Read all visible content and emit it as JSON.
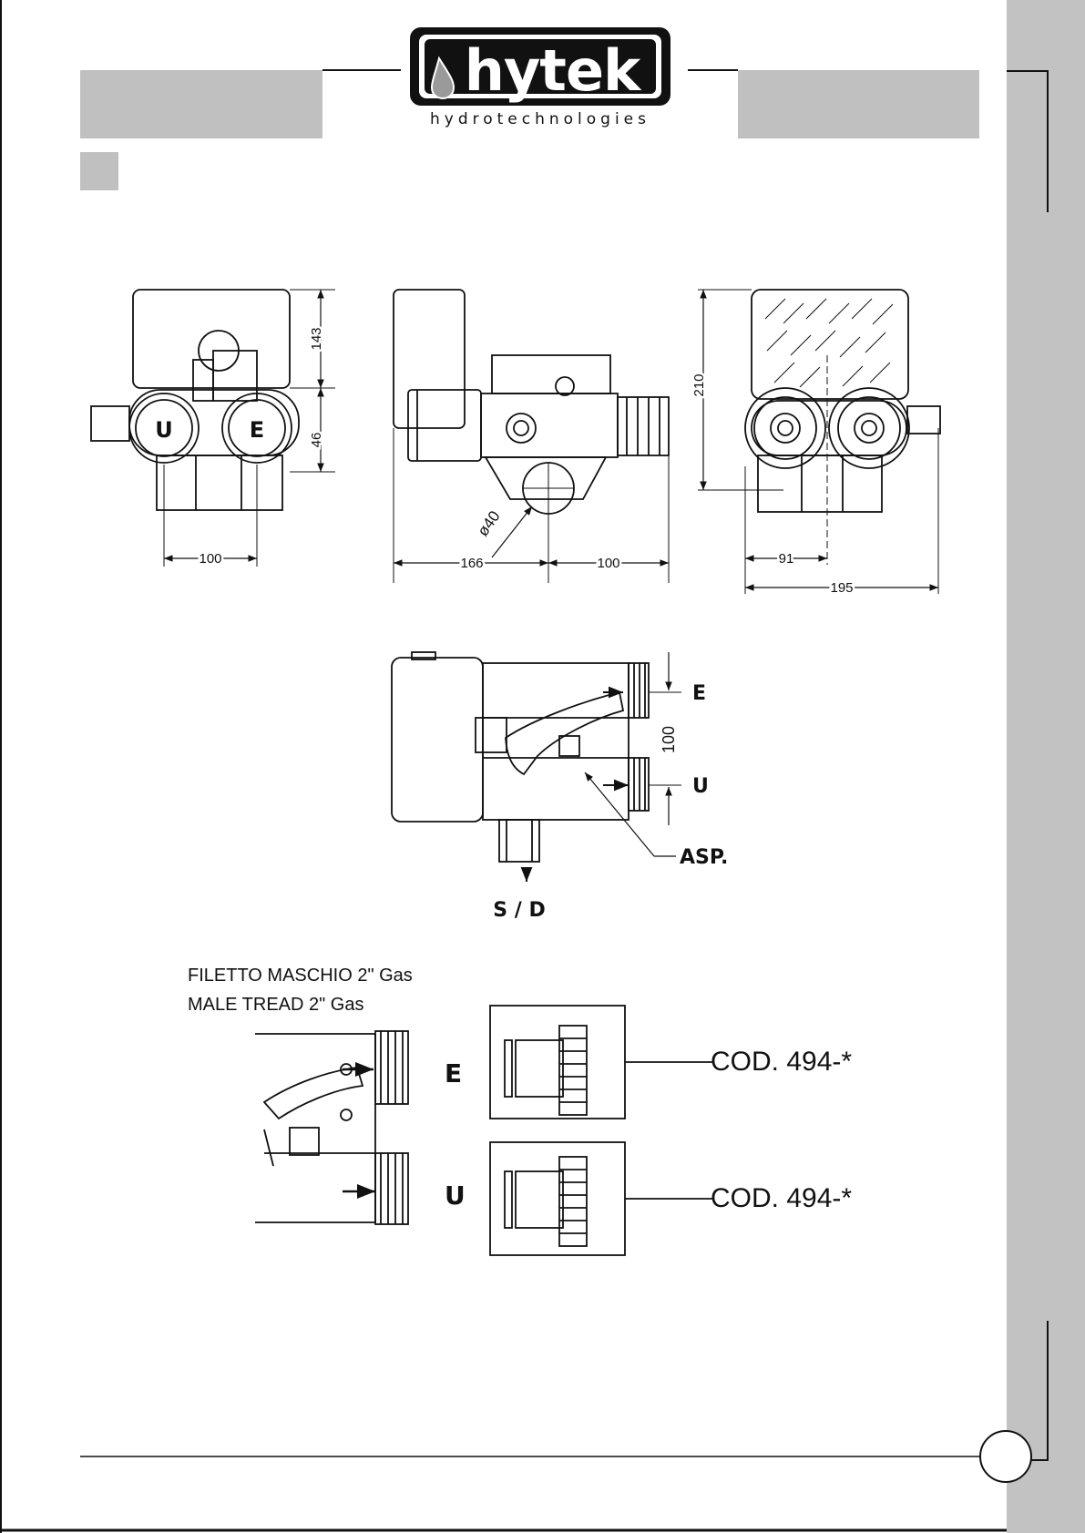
{
  "header": {
    "brand": "hytek",
    "tagline": "hydrotechnologies"
  },
  "view_front": {
    "label_u": "U",
    "label_e": "E",
    "dim_height": "143",
    "dim_lower": "46",
    "dim_width": "100"
  },
  "view_side": {
    "dim_diameter": "ø40",
    "dim_left": "166",
    "dim_right": "100"
  },
  "view_rear": {
    "dim_height": "210",
    "dim_half": "91",
    "dim_width": "195"
  },
  "view_top": {
    "label_e": "E",
    "label_u": "U",
    "dim_spacing": "100",
    "label_asp": "ASP.",
    "label_drain": "S / D"
  },
  "connections": {
    "thread_it": "FILETTO MASCHIO 2\" Gas",
    "thread_en": "MALE TREAD 2\" Gas",
    "label_e": "E",
    "label_u": "U",
    "code_e": "COD. 494-*",
    "code_u": "COD. 494-*"
  },
  "colors": {
    "gray_panel": "#c0c0c0",
    "black": "#111111"
  }
}
